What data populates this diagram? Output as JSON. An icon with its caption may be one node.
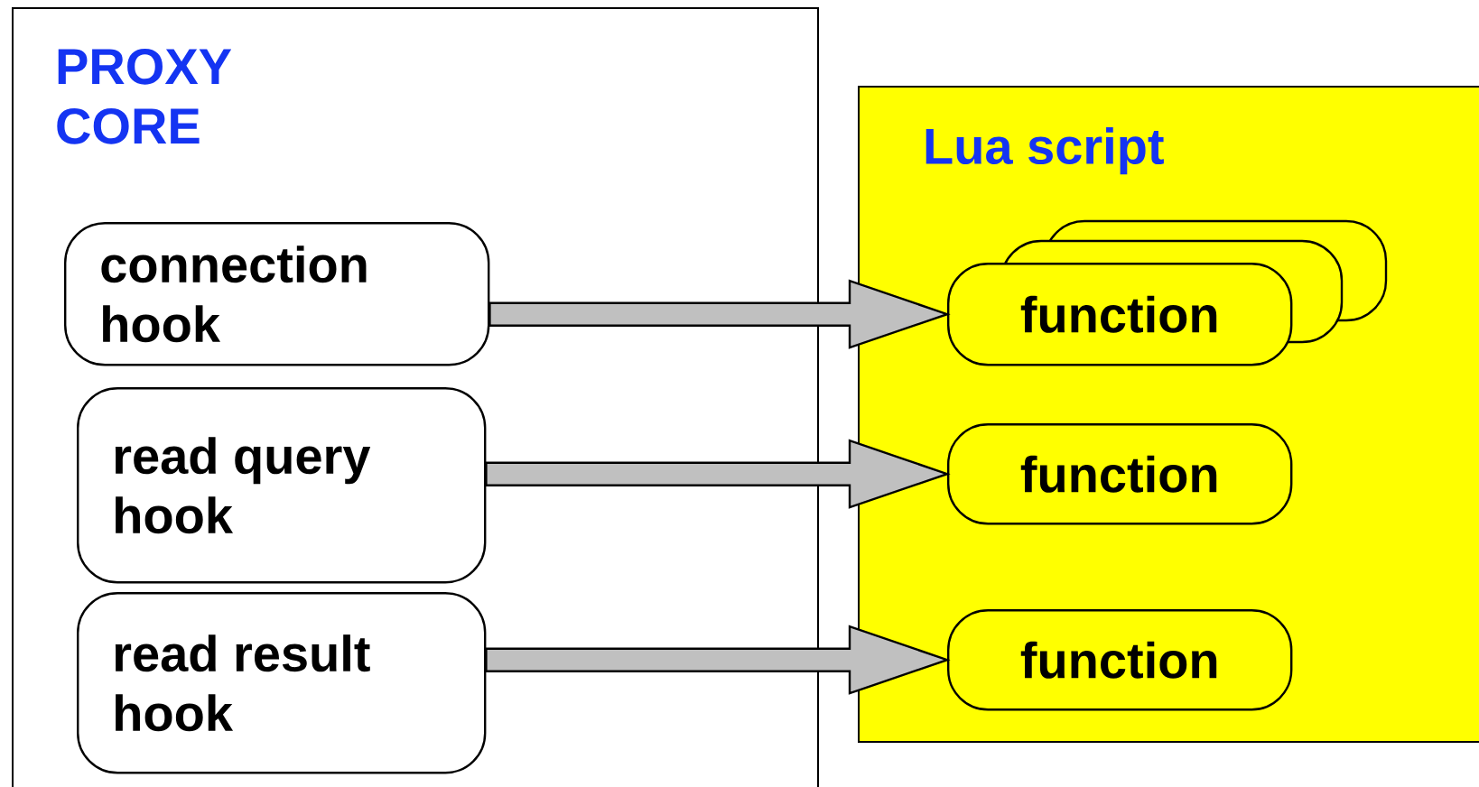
{
  "diagram": {
    "nodes": [
      {
        "text": [
          "PROXY CORE"
        ]
      },
      {
        "text": [
          "connection hook"
        ],
        "in": 0
      },
      {
        "text": [
          "read query hook"
        ],
        "in": 0
      },
      {
        "text": [
          "read result hook"
        ],
        "in": 0
      },
      {
        "text": [
          "Lua script"
        ]
      },
      {
        "text": [
          "function"
        ],
        "in": 4
      },
      {
        "text": [
          "function"
        ],
        "in": 4
      },
      {
        "text": [
          "function"
        ],
        "in": 4
      }
    ],
    "edges": [
      {
        "from": 1,
        "to": 5,
        "arrow": "to"
      },
      {
        "from": 2,
        "to": 6,
        "arrow": "to"
      },
      {
        "from": 3,
        "to": 7,
        "arrow": "to"
      }
    ]
  }
}
